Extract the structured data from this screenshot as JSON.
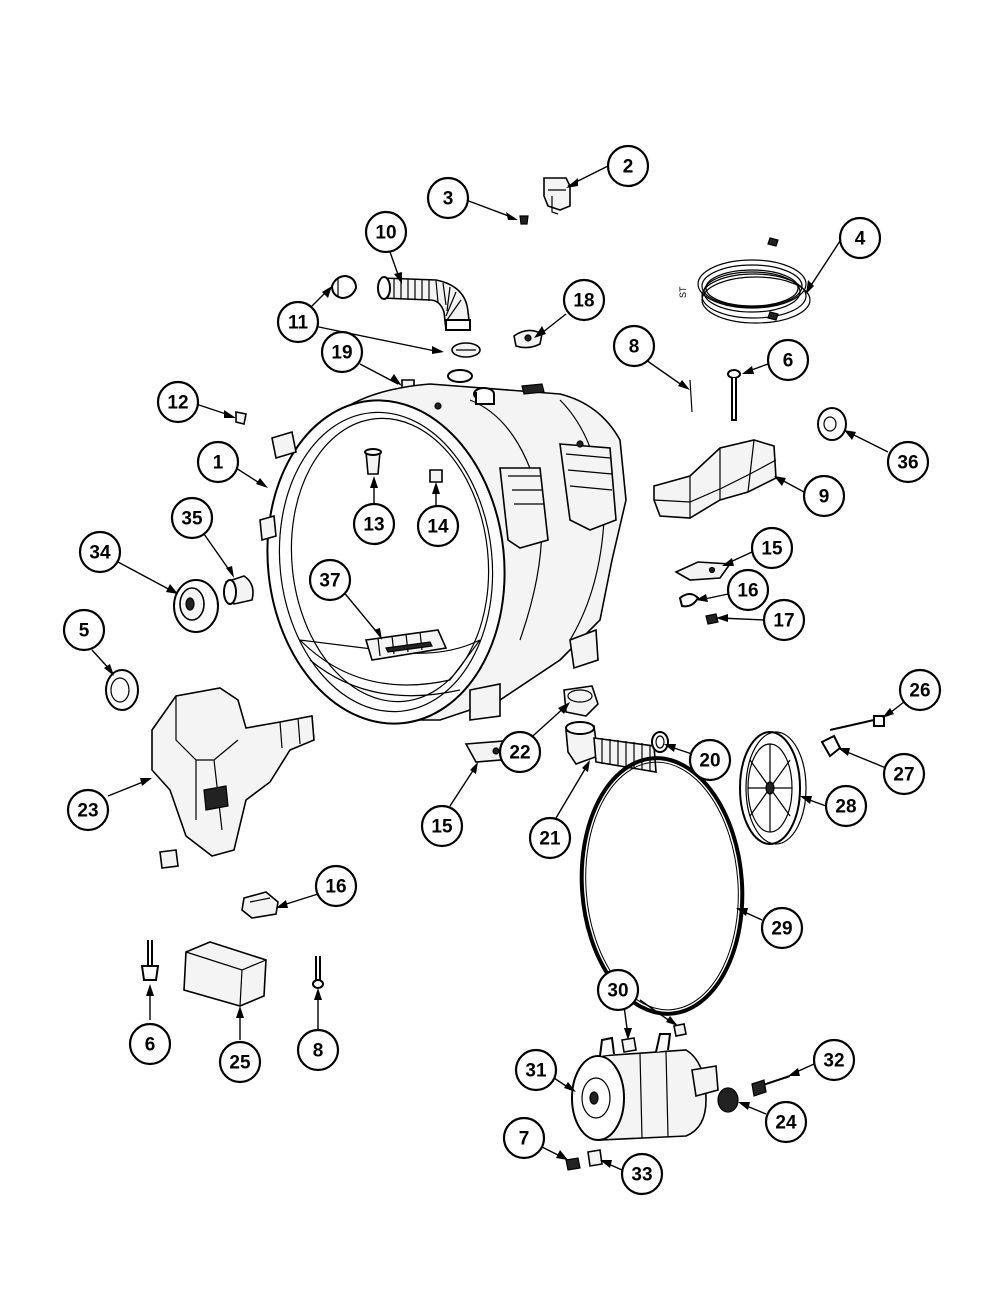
{
  "diagram": {
    "callouts": [
      {
        "id": "c2",
        "label": "2"
      },
      {
        "id": "c3",
        "label": "3"
      },
      {
        "id": "c10",
        "label": "10"
      },
      {
        "id": "c4",
        "label": "4"
      },
      {
        "id": "c18",
        "label": "18"
      },
      {
        "id": "c11",
        "label": "11"
      },
      {
        "id": "c8a",
        "label": "8"
      },
      {
        "id": "c6a",
        "label": "6"
      },
      {
        "id": "c19",
        "label": "19"
      },
      {
        "id": "c12",
        "label": "12"
      },
      {
        "id": "c36",
        "label": "36"
      },
      {
        "id": "c1",
        "label": "1"
      },
      {
        "id": "c13",
        "label": "13"
      },
      {
        "id": "c14",
        "label": "14"
      },
      {
        "id": "c9",
        "label": "9"
      },
      {
        "id": "c35",
        "label": "35"
      },
      {
        "id": "c34",
        "label": "34"
      },
      {
        "id": "c37",
        "label": "37"
      },
      {
        "id": "c15a",
        "label": "15"
      },
      {
        "id": "c16a",
        "label": "16"
      },
      {
        "id": "c17",
        "label": "17"
      },
      {
        "id": "c5",
        "label": "5"
      },
      {
        "id": "c26",
        "label": "26"
      },
      {
        "id": "c20",
        "label": "20"
      },
      {
        "id": "c22",
        "label": "22"
      },
      {
        "id": "c27",
        "label": "27"
      },
      {
        "id": "c28",
        "label": "28"
      },
      {
        "id": "c23",
        "label": "23"
      },
      {
        "id": "c15b",
        "label": "15"
      },
      {
        "id": "c21",
        "label": "21"
      },
      {
        "id": "c16b",
        "label": "16"
      },
      {
        "id": "c29",
        "label": "29"
      },
      {
        "id": "c30",
        "label": "30"
      },
      {
        "id": "c6b",
        "label": "6"
      },
      {
        "id": "c25",
        "label": "25"
      },
      {
        "id": "c8b",
        "label": "8"
      },
      {
        "id": "c32",
        "label": "32"
      },
      {
        "id": "c31",
        "label": "31"
      },
      {
        "id": "c24",
        "label": "24"
      },
      {
        "id": "c7",
        "label": "7"
      },
      {
        "id": "c33",
        "label": "33"
      }
    ],
    "fragment_text": "ST"
  }
}
